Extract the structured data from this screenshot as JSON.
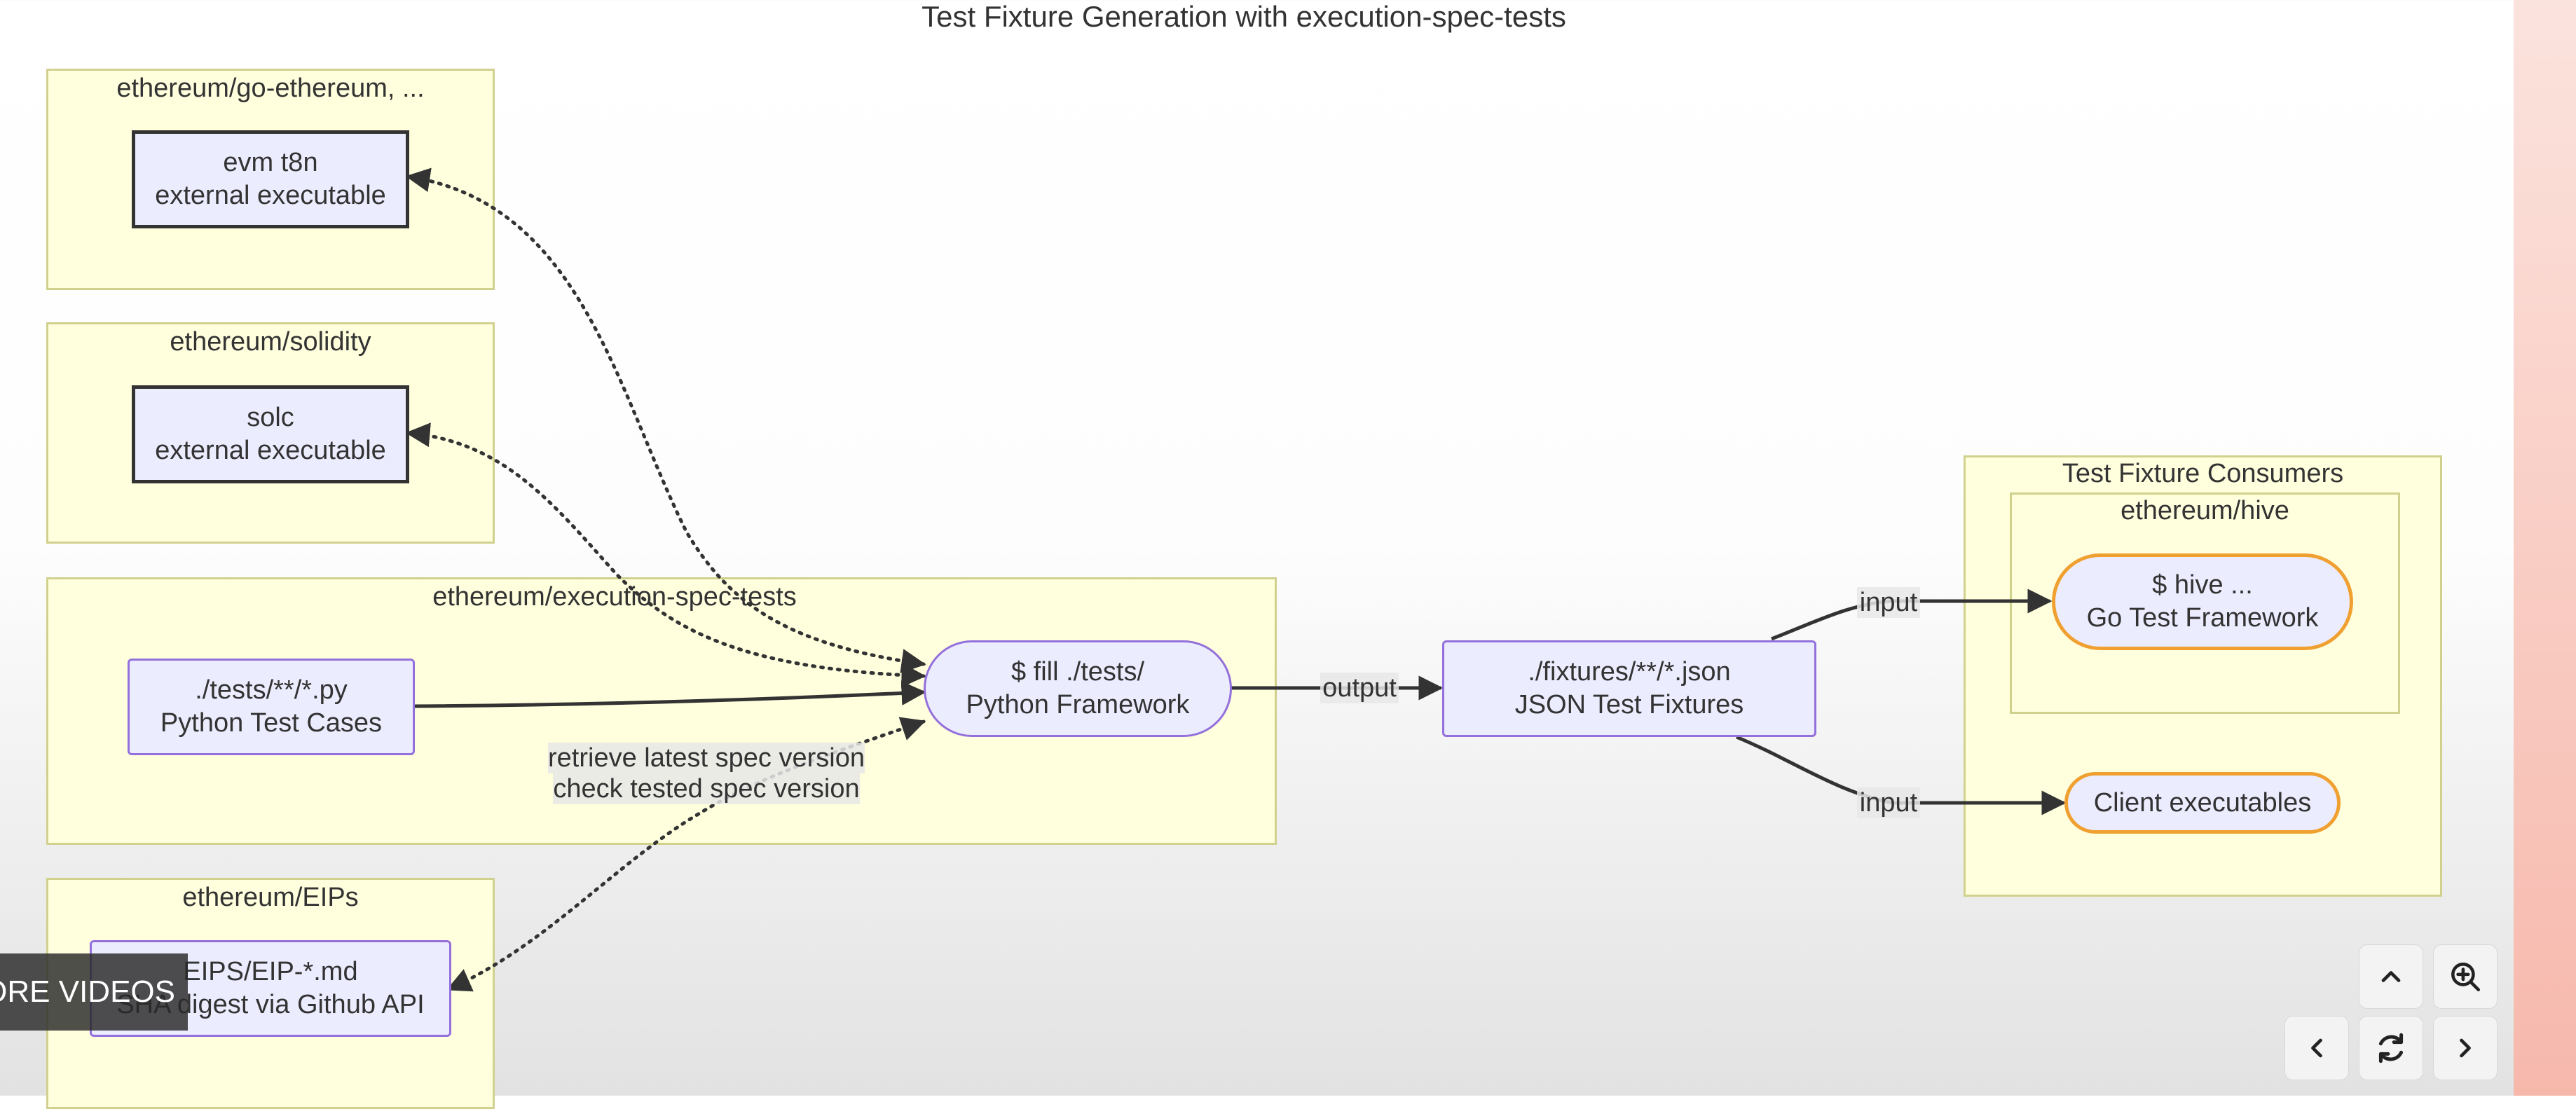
{
  "title": "Test Fixture Generation with execution-spec-tests",
  "clusters": {
    "go_ethereum": "ethereum/go-ethereum, ...",
    "solidity": "ethereum/solidity",
    "execution_spec_tests": "ethereum/execution-spec-tests",
    "eips": "ethereum/EIPs",
    "consumers": "Test Fixture Consumers",
    "hive": "ethereum/hive"
  },
  "nodes": {
    "evm": [
      "evm t8n",
      "external executable"
    ],
    "solc": [
      "solc",
      "external executable"
    ],
    "tests": [
      "./tests/**/*.py",
      "Python Test Cases"
    ],
    "fill": [
      "$ fill ./tests/",
      "Python Framework"
    ],
    "fixtures": [
      "./fixtures/**/*.json",
      "JSON Test Fixtures"
    ],
    "hive": [
      "$ hive ...",
      "Go Test Framework"
    ],
    "clients": [
      "Client executables"
    ],
    "eips": [
      "EIPS/EIP-*.md",
      "SHA digest via Github API"
    ]
  },
  "edge_labels": {
    "output": "output",
    "input_hive": "input",
    "input_clients": "input",
    "spec_line1": "retrieve latest spec version",
    "spec_line2": "check tested spec version"
  },
  "overlay": {
    "more_videos": "MORE VIDEOS"
  },
  "controls": [
    "chevron-up-icon",
    "zoom-in-icon",
    "chevron-left-icon",
    "refresh-icon",
    "chevron-right-icon"
  ],
  "colors": {
    "node_fill": "#ececff",
    "cluster_fill": "#ffffde",
    "cluster_border": "#d1d18e",
    "highlight_border": "#f0a030"
  }
}
